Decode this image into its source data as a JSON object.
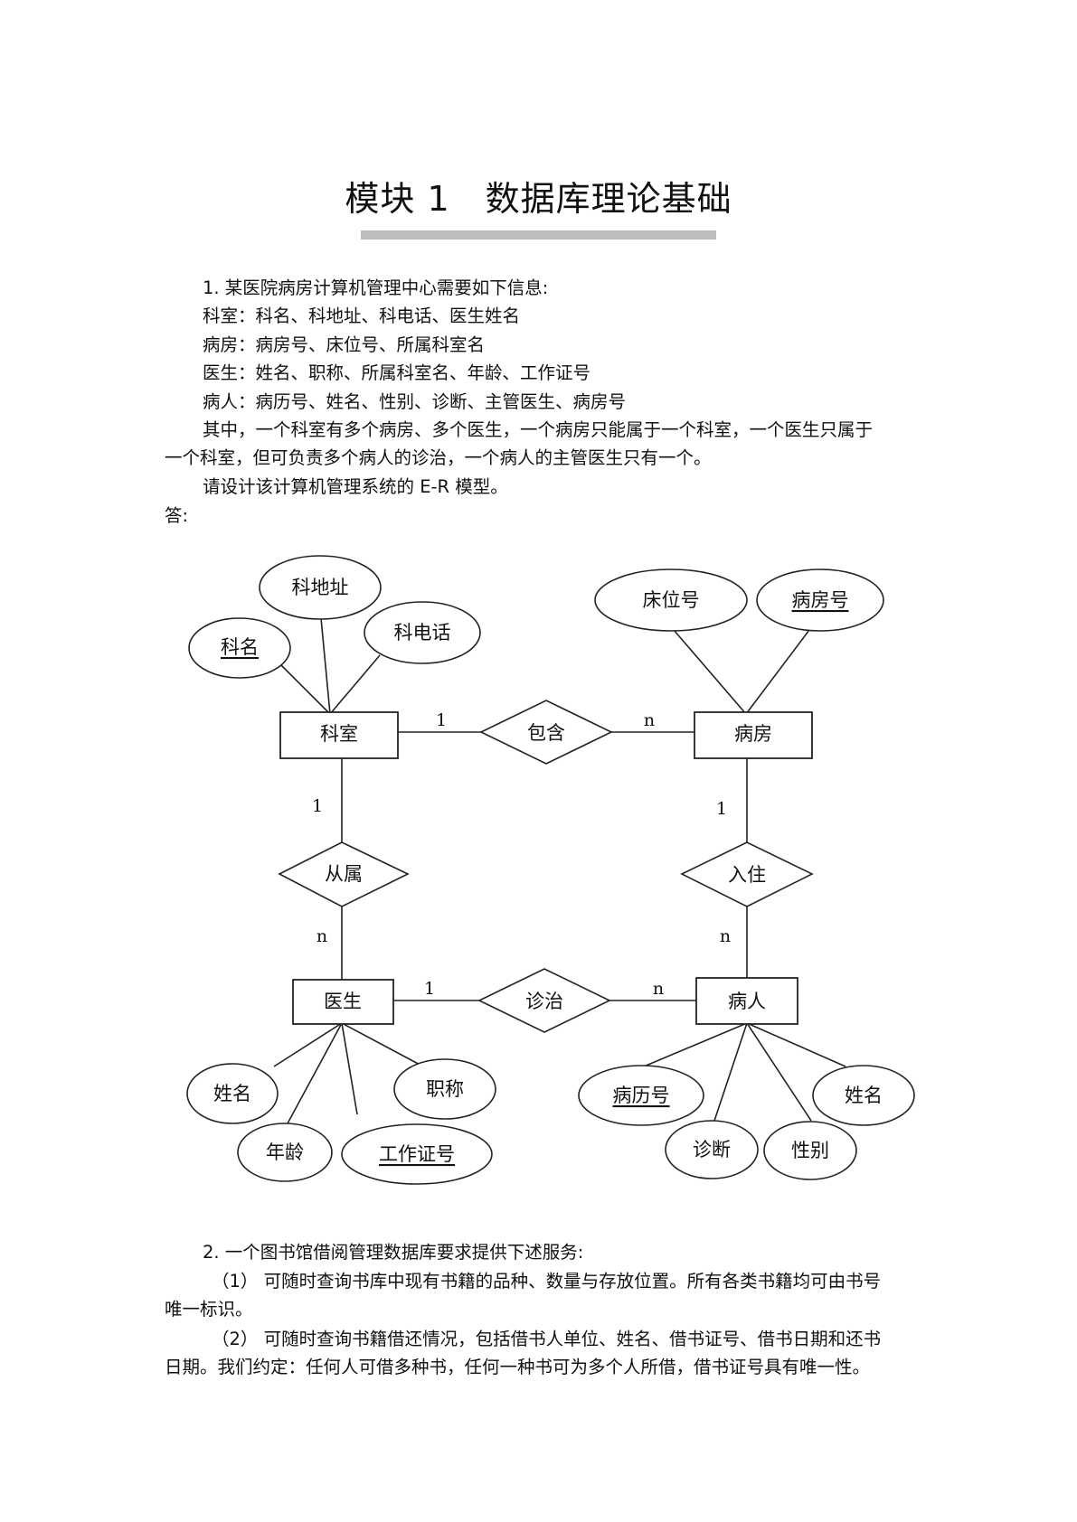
{
  "title": "模块 1　数据库理论基础",
  "q1": {
    "lines": [
      "1. 某医院病房计算机管理中心需要如下信息:",
      "科室：科名、科地址、科电话、医生姓名",
      "病房：病房号、床位号、所属科室名",
      "医生：姓名、职称、所属科室名、年龄、工作证号",
      "病人：病历号、姓名、性别、诊断、主管医生、病房号",
      "其中，一个科室有多个病房、多个医生，一个病房只能属于一个科室，一个医生只属于",
      "一个科室，但可负责多个病人的诊治，一个病人的主管医生只有一个。",
      "请设计该计算机管理系统的 E-R 模型。"
    ],
    "answer_label": "答:"
  },
  "diagram": {
    "entities": {
      "keshi": "科室",
      "bingfang": "病房",
      "yisheng": "医生",
      "bingren": "病人"
    },
    "relationships": {
      "baohan": "包含",
      "congshu": "从属",
      "ruzhu": "入住",
      "zhenzhi": "诊治"
    },
    "attributes": {
      "kedizhi": "科地址",
      "keming": "科名",
      "kedianhua": "科电话",
      "chuangweihao": "床位号",
      "bingfanghao": "病房号",
      "ys_xingming": "姓名",
      "zhicheng": "职称",
      "nianling": "年龄",
      "gongzuozhenghao": "工作证号",
      "binglihao": "病历号",
      "br_xingming": "姓名",
      "zhenduan": "诊断",
      "xingbie": "性别"
    },
    "cardinalities": {
      "baohan_left": "1",
      "baohan_right": "n",
      "congshu_top": "1",
      "congshu_bottom": "n",
      "ruzhu_top": "1",
      "ruzhu_bottom": "n",
      "zhenzhi_left": "1",
      "zhenzhi_right": "n"
    }
  },
  "q2": {
    "lines": [
      "2. 一个图书馆借阅管理数据库要求提供下述服务:",
      "（1） 可随时查询书库中现有书籍的品种、数量与存放位置。所有各类书籍均可由书号",
      "唯一标识。",
      "（2） 可随时查询书籍借还情况，包括借书人单位、姓名、借书证号、借书日期和还书",
      "日期。我们约定：任何人可借多种书，任何一种书可为多个人所借，借书证号具有唯一性。"
    ]
  }
}
